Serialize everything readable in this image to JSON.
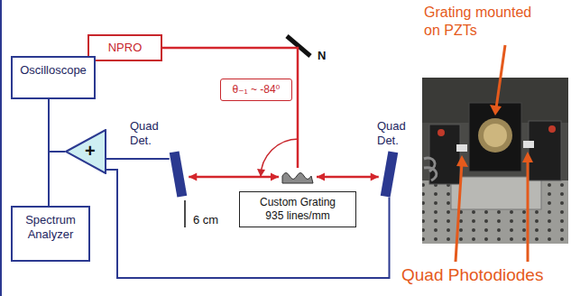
{
  "diagram": {
    "nodes": [
      {
        "text": [
          "NPRO"
        ]
      },
      {
        "text": [
          "θ₋₁ ~ -84⁰"
        ]
      },
      {
        "text": [
          "Oscilloscope"
        ]
      },
      {
        "text": [
          "Quad Det."
        ]
      },
      {
        "text": [
          "Quad Det."
        ]
      },
      {
        "text": [
          "+"
        ]
      },
      {
        "text": [
          "Custom Grating 935 lines/mm"
        ]
      },
      {
        "text": [
          "Spectrum Analyzer"
        ]
      }
    ],
    "edges": [
      {
        "from": 0,
        "to": 6,
        "arrow": "none"
      },
      {
        "from": 6,
        "to": 3,
        "arrow": "both"
      },
      {
        "from": 6,
        "to": 4,
        "arrow": "both"
      },
      {
        "from": 3,
        "to": 5,
        "arrow": "none"
      },
      {
        "from": 4,
        "to": 5,
        "arrow": "none"
      },
      {
        "from": 5,
        "to": 2,
        "arrow": "none"
      },
      {
        "from": 5,
        "to": 7,
        "arrow": "none"
      }
    ],
    "labels": [
      "N",
      "6 cm",
      "Grating mounted on PZTs",
      "Quad Photodiodes"
    ]
  }
}
